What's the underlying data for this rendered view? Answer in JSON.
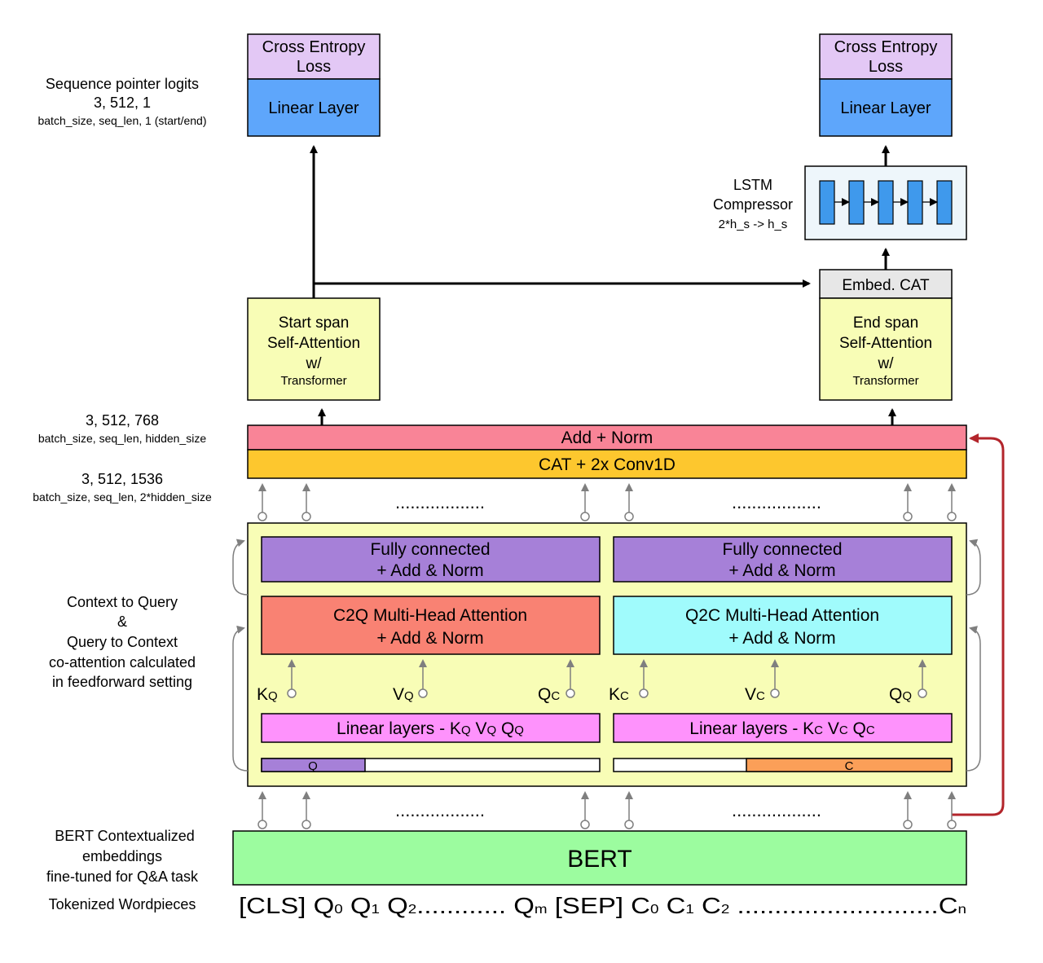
{
  "left_labels": {
    "logits": [
      "Sequence pointer logits",
      "3, 512, 1",
      "batch_size, seq_len, 1 (start/end)"
    ],
    "hidden": [
      "3, 512, 768",
      "batch_size, seq_len, hidden_size"
    ],
    "hidden2": [
      "3, 512, 1536",
      "batch_size, seq_len, 2*hidden_size"
    ],
    "coattention": [
      "Context to Query",
      "&",
      "Query to Context",
      "co-attention calculated",
      "in feedforward setting"
    ],
    "bert": [
      "BERT Contextualized",
      "embeddings",
      "fine-tuned for Q&A task"
    ],
    "tokens": "Tokenized Wordpieces"
  },
  "heads": {
    "left": {
      "loss": [
        "Cross Entropy",
        "Loss"
      ],
      "linear": "Linear Layer"
    },
    "right": {
      "loss": [
        "Cross Entropy",
        "Loss"
      ],
      "linear": "Linear Layer"
    }
  },
  "lstm": {
    "label": [
      "LSTM",
      "Compressor",
      "2*h_s -> h_s"
    ]
  },
  "embed_cat": "Embed. CAT",
  "start_span": [
    "Start span",
    "Self-Attention",
    "w/",
    "Transformer"
  ],
  "end_span": [
    "End span",
    "Self-Attention",
    "w/",
    "Transformer"
  ],
  "add_norm": "Add + Norm",
  "cat_conv": "CAT + 2x Conv1D",
  "coattn": {
    "fc_left": [
      "Fully connected",
      "+ Add & Norm"
    ],
    "fc_right": [
      "Fully connected",
      "+ Add & Norm"
    ],
    "c2q": [
      "C2Q Multi-Head Attention",
      "+ Add & Norm"
    ],
    "q2c": [
      "Q2C Multi-Head Attention",
      "+ Add & Norm"
    ],
    "kvq_left": [
      "K",
      "Q",
      "V",
      "Q",
      "Q",
      "C"
    ],
    "kvq_right": [
      "K",
      "C",
      "V",
      "C",
      "Q",
      "Q"
    ],
    "linear_left": [
      "Linear layers - K",
      "Q",
      " V",
      "Q",
      " Q",
      "Q"
    ],
    "linear_right": [
      "Linear layers - K",
      "C",
      " V",
      "C",
      " Q",
      "C"
    ],
    "q_bar": "Q",
    "c_bar": "C"
  },
  "bert": "BERT",
  "token_seq": [
    "[CLS] Q",
    "0",
    " Q",
    "1",
    " Q",
    "2",
    "............",
    " Q",
    "m",
    " [SEP] C",
    "0",
    " C",
    "1",
    " C",
    "2",
    " ...........................C",
    "n"
  ],
  "dots": "..................",
  "colors": {
    "loss": "#e3c8f5",
    "linear": "#5ea6fb",
    "yellow": "#f8fdb6",
    "add_norm": "#f98497",
    "cat_conv": "#fdc72e",
    "fc": "#a680d8",
    "c2q": "#f98273",
    "q2c": "#a0fbfc",
    "linear_kvq": "#fe92fc",
    "q_fill": "#a680d8",
    "c_fill": "#fb9f58",
    "bert": "#9cfc9f",
    "lstm_bg": "#eef6fb",
    "lstm_cell": "#3f99ec",
    "embed_cat": "#e7e7e7",
    "red_arrow": "#b3252b"
  }
}
